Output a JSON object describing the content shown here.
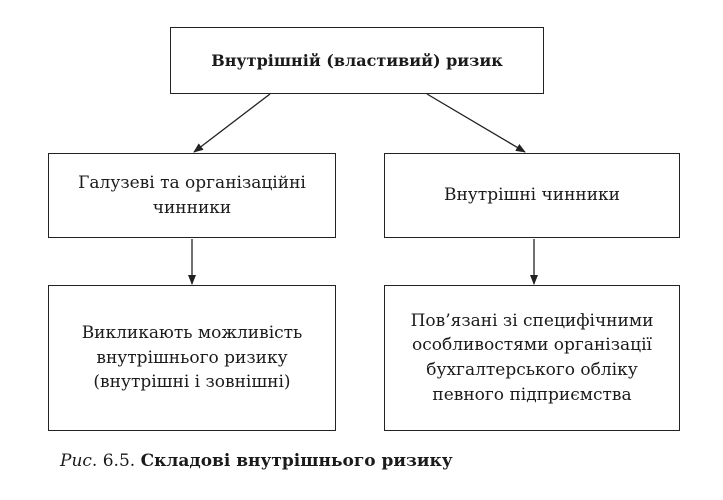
{
  "diagram": {
    "top_box": "Внутрішній (властивий) ризик",
    "left_factor": "Галузеві та організаційні\nчинники",
    "right_factor": "Внутрішні чинники",
    "left_effect": "Викликають можливість\nвнутрішнього ризику\n(внутрішні і зовнішні)",
    "right_effect": "Пов’язані зі специфічними\nособливостями організації\nбухгалтерського обліку\nпевного підприємства"
  },
  "caption": {
    "prefix": "Рис",
    "number": ". 6.5.",
    "title": "Складові внутрішнього ризику"
  }
}
